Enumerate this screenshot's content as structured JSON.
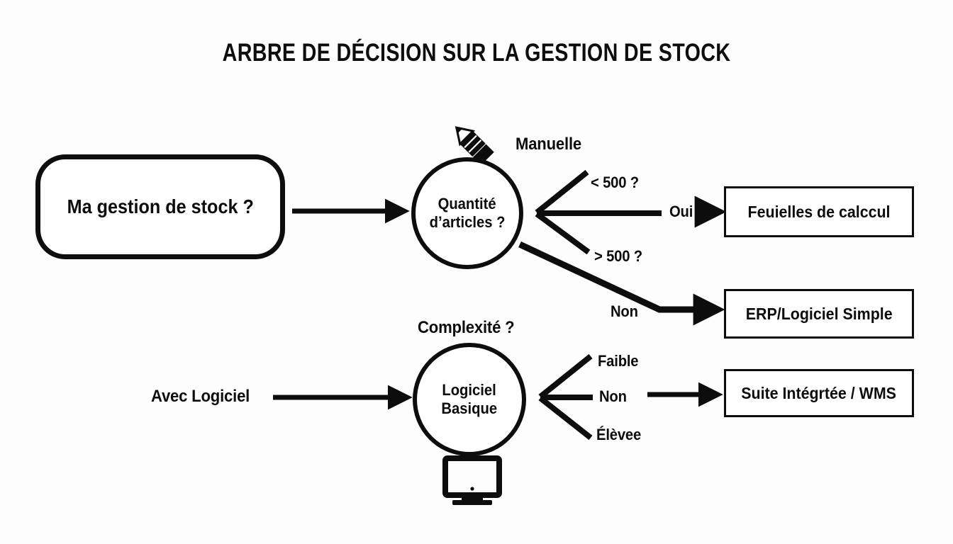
{
  "title": "ARBRE DE DÉCISION SUR LA GESTION DE STOCK",
  "theme": {
    "background": "#fdfdfe",
    "ink": "#0d0d0d",
    "node_fill": "#ffffff"
  },
  "nodes": {
    "start": {
      "label": "Ma gestion de stock ?",
      "shape": "rounded-rect"
    },
    "quantity": {
      "line1": "Quantité",
      "line2": "d’articles ?",
      "shape": "circle"
    },
    "software": {
      "line1": "Logiciel",
      "line2": "Basique",
      "shape": "circle"
    }
  },
  "icons": {
    "pencil": "pencil-icon",
    "monitor": "monitor-icon"
  },
  "annotations": {
    "manuelle": "Manuelle",
    "complexite": "Complexité ?",
    "avec_logiciel": "Avec Logiciel"
  },
  "branches": {
    "lt500": "< 500 ?",
    "gt500": "> 500 ?",
    "oui": "Oui",
    "non_top": "Non",
    "faible": "Faible",
    "non_bottom": "Non",
    "elevee": "Élèvee"
  },
  "outcomes": {
    "spreadsheets": "Feuielles de calccul",
    "erp": "ERP/Logiciel Simple",
    "wms": "Suite Intégrtée / WMS"
  }
}
